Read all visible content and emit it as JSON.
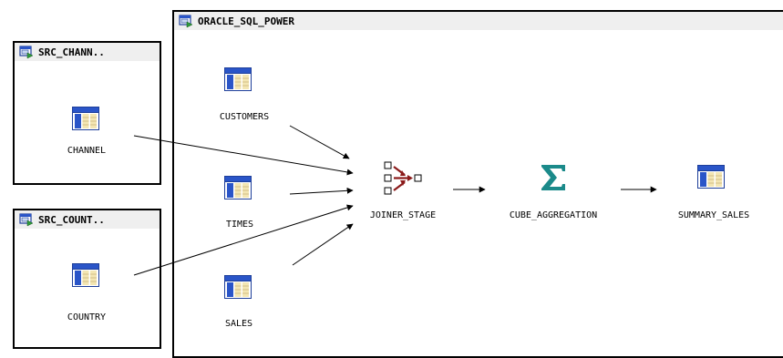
{
  "modules": [
    {
      "key": "main",
      "title": "ORACLE_SQL_POWER",
      "icon": "module-icon"
    },
    {
      "key": "src_chann",
      "title": "SRC_CHANN..",
      "icon": "module-icon"
    },
    {
      "key": "src_count",
      "title": "SRC_COUNT..",
      "icon": "module-icon"
    }
  ],
  "nodes": {
    "channel": {
      "label": "CHANNEL",
      "icon": "table-icon"
    },
    "country": {
      "label": "COUNTRY",
      "icon": "table-icon"
    },
    "customers": {
      "label": "CUSTOMERS",
      "icon": "table-icon"
    },
    "times": {
      "label": "TIMES",
      "icon": "table-icon"
    },
    "sales": {
      "label": "SALES",
      "icon": "table-icon"
    },
    "joiner": {
      "label": "JOINER_STAGE",
      "icon": "joiner-icon"
    },
    "cube": {
      "label": "CUBE_AGGREGATION",
      "icon": "sigma-icon"
    },
    "summary": {
      "label": "SUMMARY_SALES",
      "icon": "table-icon"
    }
  },
  "edges": [
    {
      "from": "channel",
      "to": "joiner"
    },
    {
      "from": "customers",
      "to": "joiner"
    },
    {
      "from": "times",
      "to": "joiner"
    },
    {
      "from": "country",
      "to": "joiner"
    },
    {
      "from": "sales",
      "to": "joiner"
    },
    {
      "from": "joiner",
      "to": "cube"
    },
    {
      "from": "cube",
      "to": "summary"
    }
  ],
  "colors": {
    "edge": "#000000",
    "sigma": "#1b8a8a",
    "joiner_arrow": "#8b1a1a",
    "table_header": "#2a55c8"
  }
}
